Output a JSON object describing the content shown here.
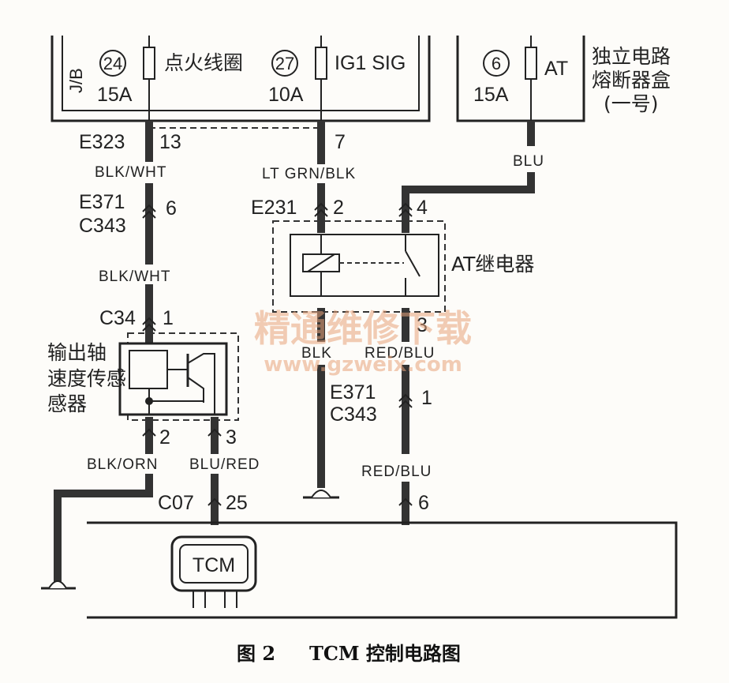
{
  "jb_label": "J/B",
  "fuse_box_2": [
    "独立电路",
    "熔断器盒",
    "(一号)"
  ],
  "fuses": [
    {
      "number": "24",
      "rating": "15A",
      "name": "点火线圈"
    },
    {
      "number": "27",
      "rating": "10A",
      "name": "IG1 SIG"
    },
    {
      "number": "6",
      "rating": "15A",
      "name": "AT"
    }
  ],
  "connectors": {
    "e323": "E323",
    "e323_pin": "13",
    "e371_a": "E371",
    "c343_a": "C343",
    "e371_a_pin": "6",
    "c34": "C34",
    "c34_pin": "1",
    "pin7": "7",
    "e231": "E231",
    "e231_pin": "2",
    "relay_pin4": "4",
    "relay_pin3": "3",
    "e371_b": "E371",
    "c343_b": "C343",
    "e371_b_pin": "1",
    "sensor_pin2": "2",
    "sensor_pin3": "3",
    "c07": "C07",
    "c07_pin": "25",
    "tcm_pin6": "6"
  },
  "wires": {
    "blk_wht_1": "BLK/WHT",
    "blk_wht_2": "BLK/WHT",
    "lt_grn_blk": "LT GRN/BLK",
    "blu": "BLU",
    "blk": "BLK",
    "red_blu_1": "RED/BLU",
    "red_blu_2": "RED/BLU",
    "blk_orn": "BLK/ORN",
    "blu_red": "BLU/RED"
  },
  "components": {
    "relay": "AT继电器",
    "sensor": [
      "输出轴",
      "速度传感",
      "感器"
    ],
    "tcm": "TCM"
  },
  "watermark": {
    "title": "精通维修下载",
    "url": "www.gzweix.com"
  },
  "caption": {
    "fig": "图 2",
    "title": "TCM 控制电路图"
  }
}
